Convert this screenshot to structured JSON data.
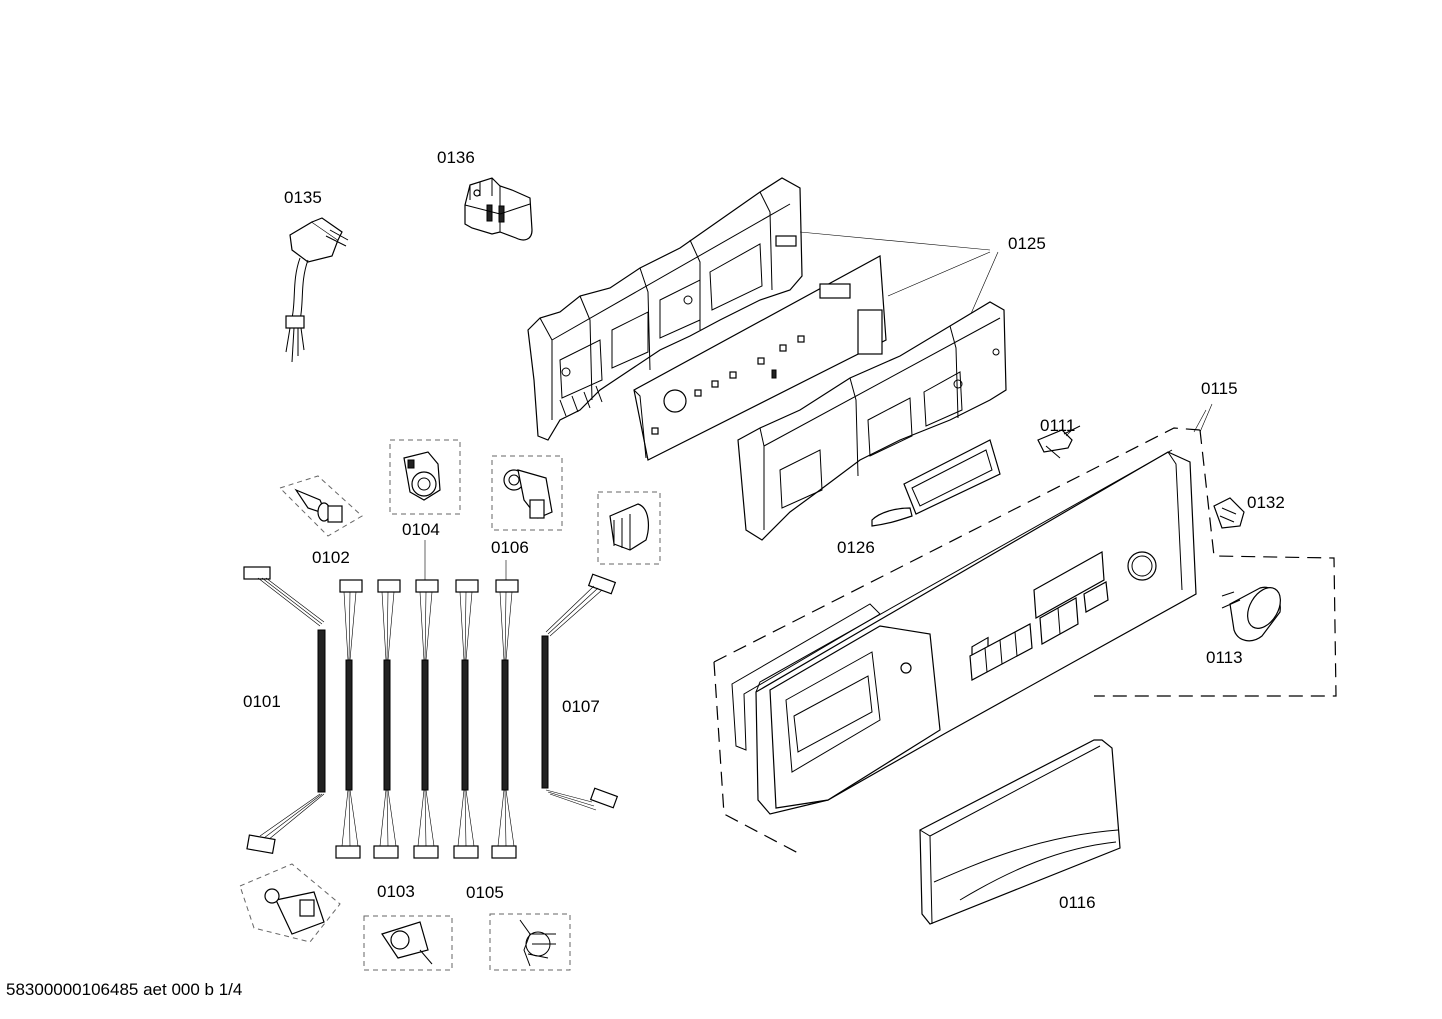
{
  "diagram": {
    "labels": {
      "p0101": "0101",
      "p0102": "0102",
      "p0103": "0103",
      "p0104": "0104",
      "p0105": "0105",
      "p0106": "0106",
      "p0107": "0107",
      "p0111": "0111",
      "p0113": "0113",
      "p0115": "0115",
      "p0116": "0116",
      "p0125": "0125",
      "p0126": "0126",
      "p0132": "0132",
      "p0135": "0135",
      "p0136": "0136"
    },
    "footer": "58300000106485 aet 000 b 1/4"
  }
}
